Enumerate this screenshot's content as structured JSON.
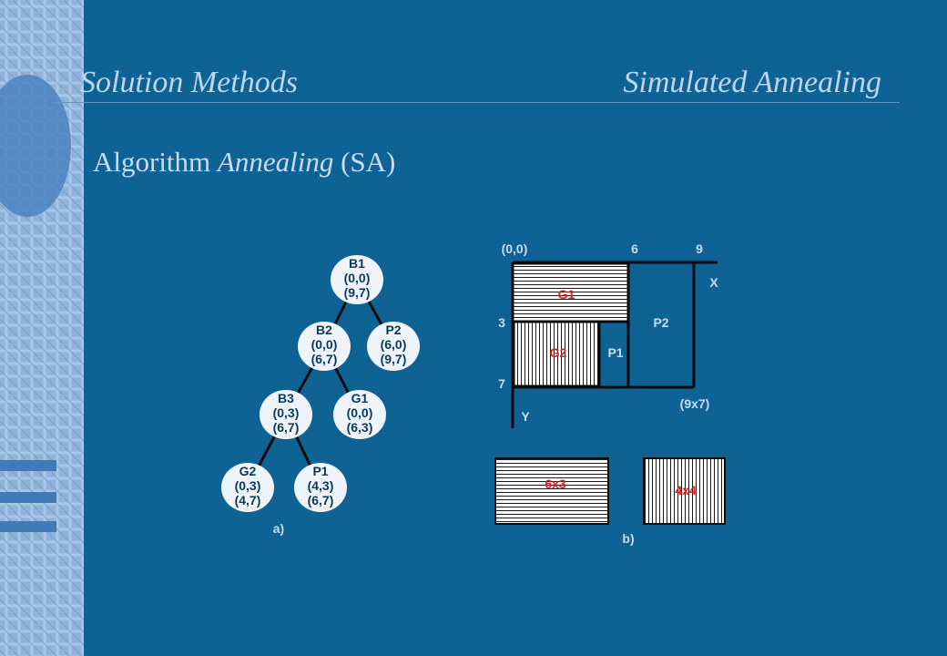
{
  "header": {
    "title_left": "Solution Methods",
    "title_right": "Simulated Annealing"
  },
  "subtitle": {
    "prefix": "Algorithm",
    "italic": "Annealing",
    "suffix": "(SA)"
  },
  "tree": {
    "caption": "a)",
    "nodes": [
      {
        "name": "B1",
        "a": "(0,0)",
        "b": "(9,7)"
      },
      {
        "name": "B2",
        "a": "(0,0)",
        "b": "(6,7)"
      },
      {
        "name": "P2",
        "a": "(6,0)",
        "b": "(9,7)"
      },
      {
        "name": "B3",
        "a": "(0,3)",
        "b": "(6,7)"
      },
      {
        "name": "G1",
        "a": "(0,0)",
        "b": "(6,3)"
      },
      {
        "name": "G2",
        "a": "(0,3)",
        "b": "(4,7)"
      },
      {
        "name": "P1",
        "a": "(4,3)",
        "b": "(6,7)"
      }
    ]
  },
  "layout": {
    "caption": "b)",
    "origin": "(0,0)",
    "x_tick_6": "6",
    "x_tick_9": "9",
    "x_axis": "X",
    "y_tick_3": "3",
    "y_tick_7": "7",
    "y_axis": "Y",
    "size": "(9x7)",
    "region_g1": "G1",
    "region_g2": "G2",
    "region_p1": "P1",
    "region_p2": "P2",
    "piece_a": "6x3",
    "piece_b": "4x4"
  },
  "colors": {
    "background": "#0e6394",
    "node_fill": "#eef4fa",
    "red_label": "#e31c1c"
  }
}
